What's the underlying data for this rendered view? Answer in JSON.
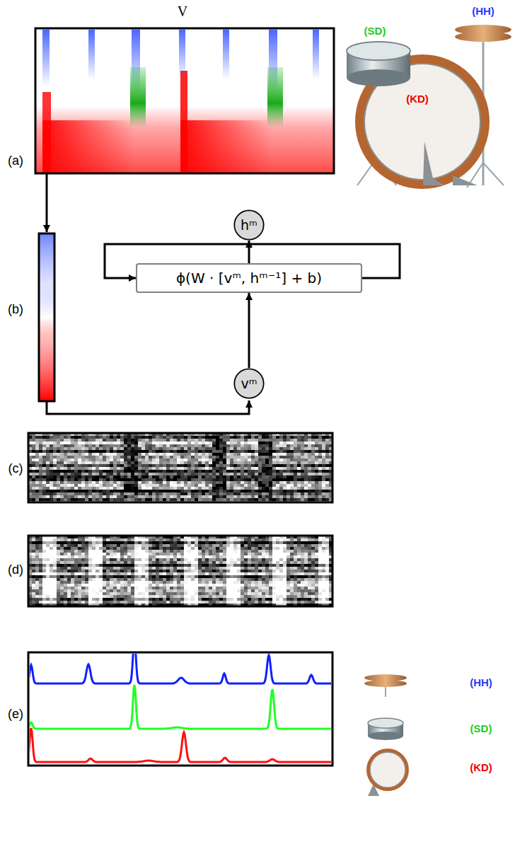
{
  "diagram": {
    "nodes": [
      {
        "text": [
          "hᵐ"
        ]
      },
      {
        "text": [
          "ϕ(W · [vᵐ, hᵐ⁻¹] + b)"
        ]
      },
      {
        "text": [
          "vᵐ"
        ]
      }
    ],
    "edges": [
      {
        "from": 2,
        "to": 1,
        "arrow": "to"
      },
      {
        "from": 1,
        "to": 0,
        "arrow": "to"
      },
      {
        "from": 1,
        "to": 1,
        "arrow": "to"
      }
    ],
    "labels": [
      "V",
      "(a)",
      "(HH)",
      "(SD)",
      "(KD)",
      "(b)",
      "(c)",
      "(d)",
      "(e)",
      "(HH)",
      "(SD)",
      "(KD)"
    ]
  }
}
